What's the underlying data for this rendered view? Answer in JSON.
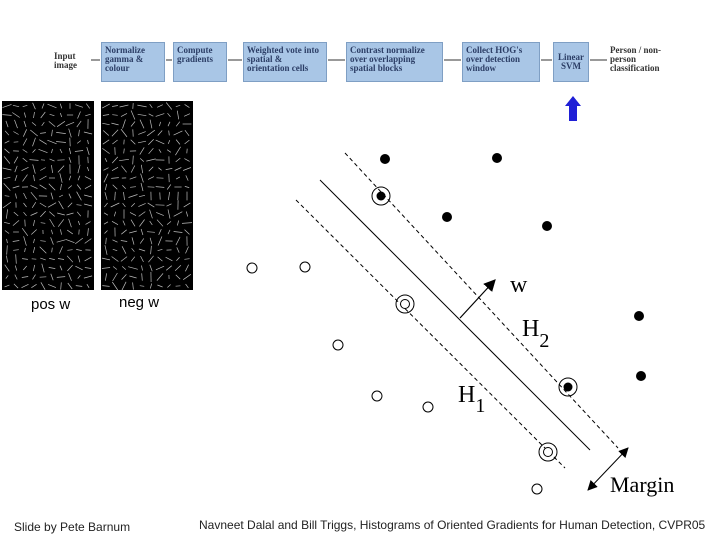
{
  "pipeline": {
    "input": "Input image",
    "stages": [
      "Normalize gamma & colour",
      "Compute gradients",
      "Weighted vote into spatial & orientation cells",
      "Contrast normalize over overlapping spatial blocks",
      "Collect HOG's over detection window",
      "Linear SVM"
    ],
    "output": "Person / non-person classification"
  },
  "images": {
    "pos_label": "pos w",
    "neg_label": "neg w"
  },
  "svm": {
    "w_label": "w",
    "h2_label": "H",
    "h2_sub": "2",
    "h1_label": "H",
    "h1_sub": "1",
    "margin_label": "Margin"
  },
  "footer": {
    "credit": "Slide by Pete Barnum",
    "citation": "Navneet Dalal and Bill Triggs, Histograms of Oriented Gradients for Human Detection, CVPR05"
  },
  "colors": {
    "arrow": "#1f1fd6",
    "box": "#a9c6e6"
  }
}
